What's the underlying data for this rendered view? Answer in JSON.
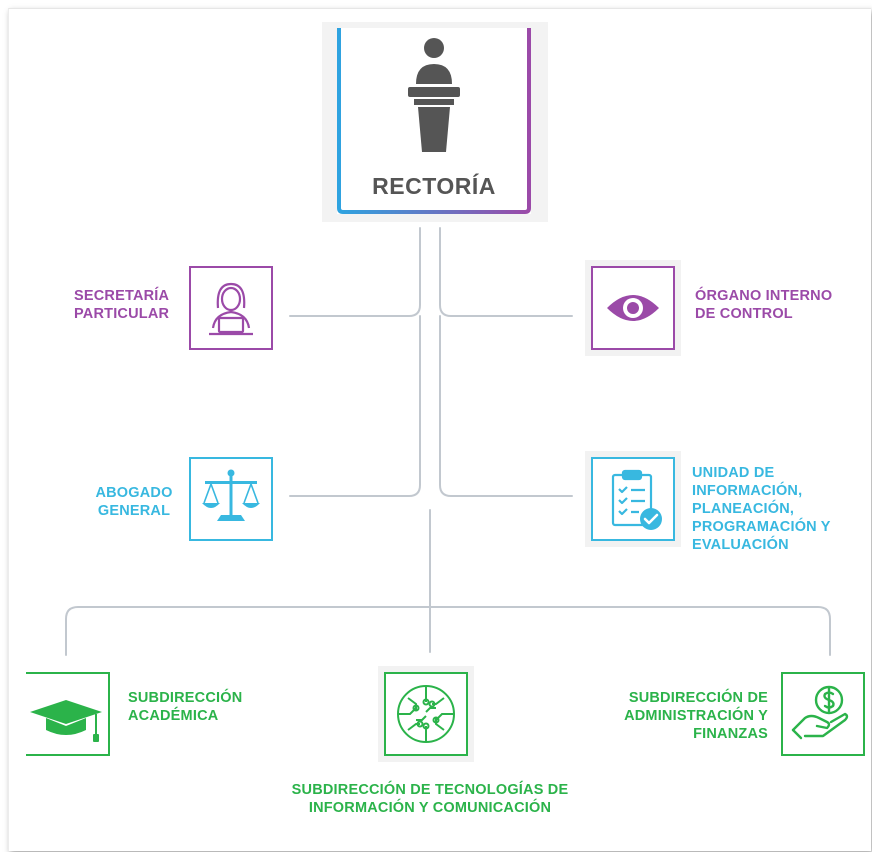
{
  "rectoria": {
    "title": "RECTORÍA",
    "icon": "podium-speaker-icon"
  },
  "units": {
    "secretaria": {
      "label": "SECRETARÍA PARTICULAR",
      "icon": "woman-laptop-icon"
    },
    "organo": {
      "label": "ÓRGANO INTERNO DE CONTROL",
      "icon": "eye-icon"
    },
    "abogado": {
      "label": "ABOGADO GENERAL",
      "icon": "scales-icon"
    },
    "unidad": {
      "label": "UNIDAD DE INFORMACIÓN, PLANEACIÓN, PROGRAMACIÓN Y EVALUACIÓN",
      "icon": "clipboard-check-icon"
    },
    "academica": {
      "label": "SUBDIRECCIÓN ACADÉMICA",
      "icon": "graduation-cap-icon"
    },
    "tecnologias": {
      "label": "SUBDIRECCIÓN DE TECNOLOGÍAS DE INFORMACIÓN Y COMUNICACIÓN",
      "icon": "circuit-icon"
    },
    "administracion": {
      "label": "SUBDIRECCIÓN DE ADMINISTRACIÓN Y FINANZAS",
      "icon": "hand-money-icon"
    }
  },
  "colors": {
    "purple": "#9b4aa8",
    "blue": "#38b8e0",
    "green": "#2bb34a",
    "line": "#c2c8cf",
    "dark": "#555555"
  }
}
